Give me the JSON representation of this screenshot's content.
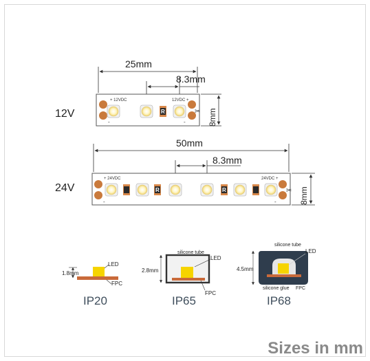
{
  "strips": {
    "v12": {
      "voltage_label": "12V",
      "length_dim": "25mm",
      "pitch_dim": "8.3mm",
      "width_dim": "8mm",
      "pad_left_text": "+ 12VDC",
      "pad_right_text": "12VDC +",
      "minus_left": "-",
      "minus_right": "-",
      "resistor_label": "R"
    },
    "v24": {
      "voltage_label": "24V",
      "length_dim": "50mm",
      "pitch_dim": "8.3mm",
      "width_dim": "8mm",
      "pad_left_text": "+ 24VDC",
      "pad_right_text": "24VDC +",
      "minus_left": "-",
      "minus_right": "-",
      "resistor_label": "R"
    }
  },
  "ip_ratings": {
    "ip20": {
      "title": "IP20",
      "thickness": "1.8mm",
      "led_label": "LED",
      "fpc_label": "FPC"
    },
    "ip65": {
      "title": "IP65",
      "thickness": "2.8mm",
      "tube_label": "silicone tube",
      "led_label": "LED",
      "fpc_label": "FPC"
    },
    "ip68": {
      "title": "IP68",
      "thickness": "4.5mm",
      "tube_label": "silicone tube",
      "led_label": "LED",
      "glue_label": "silicone glue",
      "fpc_label": "FPC"
    }
  },
  "footer_note": "Sizes in mm",
  "colors": {
    "pad_copper": "#c97a3c",
    "led_yellow": "#f4c400",
    "fpc_copper": "#c96a3a",
    "ip68_body": "#2f3d4d"
  }
}
